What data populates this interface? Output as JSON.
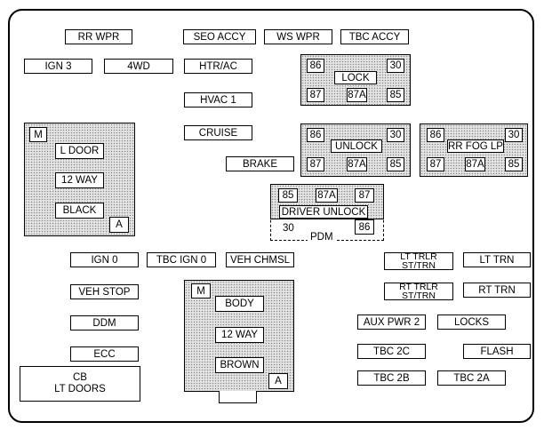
{
  "fuses": {
    "rr_wpr": "RR WPR",
    "seo_accy": "SEO ACCY",
    "ws_wpr": "WS WPR",
    "tbc_accy": "TBC ACCY",
    "ign3": "IGN 3",
    "fourwd": "4WD",
    "htr_ac": "HTR/AC",
    "hvac1": "HVAC 1",
    "cruise": "CRUISE",
    "brake": "BRAKE",
    "ign0": "IGN 0",
    "tbc_ign0": "TBC IGN 0",
    "veh_chmsl": "VEH CHMSL",
    "veh_stop": "VEH STOP",
    "ddm": "DDM",
    "ecc": "ECC",
    "lt_trlr": "LT TRLR\nST/TRN",
    "lt_trn": "LT TRN",
    "rt_trlr": "RT TRLR\nST/TRN",
    "rt_trn": "RT TRN",
    "aux_pwr2": "AUX PWR 2",
    "locks": "LOCKS",
    "tbc2c": "TBC 2C",
    "flash": "FLASH",
    "tbc2b": "TBC 2B",
    "tbc2a": "TBC 2A",
    "cb": "CB\nLT DOORS"
  },
  "relays": {
    "lock": {
      "name": "LOCK",
      "p86": "86",
      "p30": "30",
      "p87": "87",
      "p87a": "87A",
      "p85": "85"
    },
    "unlock": {
      "name": "UNLOCK",
      "p86": "86",
      "p30": "30",
      "p87": "87",
      "p87a": "87A",
      "p85": "85"
    },
    "rr_fog": {
      "name": "RR FOG LP",
      "p86": "86",
      "p30": "30",
      "p87": "87",
      "p87a": "87A",
      "p85": "85"
    },
    "driver_unlock": {
      "name": "DRIVER UNLOCK",
      "p85": "85",
      "p87a": "87A",
      "p87": "87",
      "p30": "30",
      "p86": "86"
    }
  },
  "pdm_label": "PDM",
  "connector_left": {
    "m": "M",
    "a": "A",
    "slots": [
      "L DOOR",
      "12 WAY",
      "BLACK"
    ]
  },
  "connector_body": {
    "m": "M",
    "a": "A",
    "slots": [
      "BODY",
      "12 WAY",
      "BROWN"
    ]
  }
}
